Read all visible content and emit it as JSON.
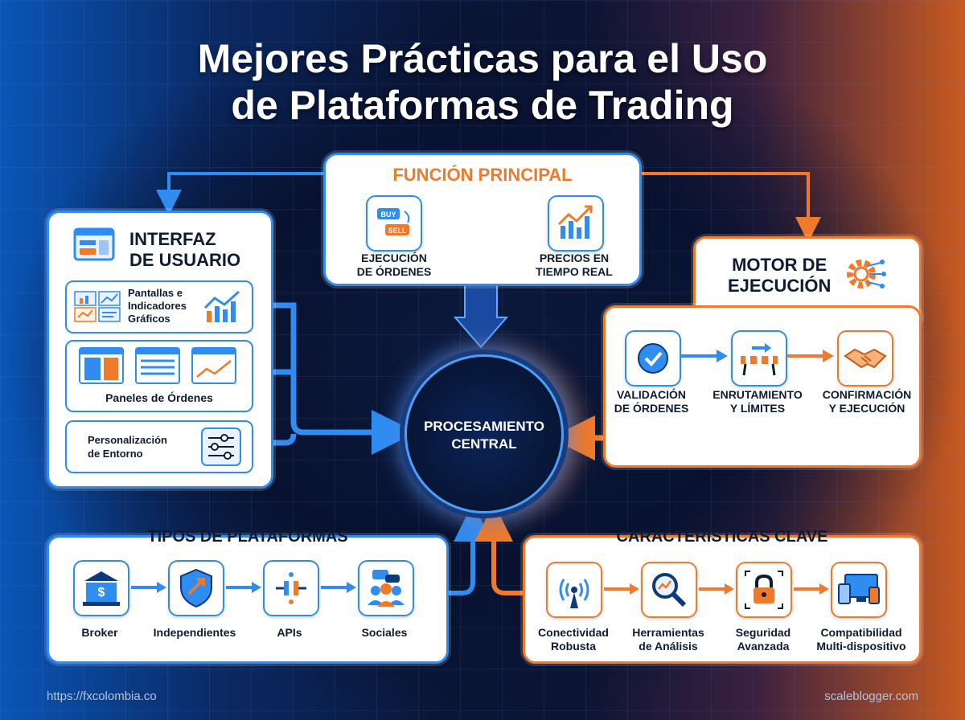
{
  "title": {
    "line1": "Mejores Prácticas para el Uso",
    "line2": "de Plataformas de Trading"
  },
  "funcion": {
    "heading": "FUNCIÓN PRINCIPAL",
    "items": [
      {
        "label1": "EJECUCIÓN",
        "label2": "DE ÓRDENES",
        "icon": "buy-sell-icon",
        "buy": "BUY",
        "sell": "SELL"
      },
      {
        "label1": "PRECIOS EN",
        "label2": "TIEMPO REAL",
        "icon": "price-chart-icon"
      }
    ]
  },
  "interfaz": {
    "heading1": "INTERFAZ",
    "heading2": "DE USUARIO",
    "items": [
      {
        "label": [
          "Pantallas e",
          "Indicadores",
          "Gráficos"
        ]
      },
      {
        "label": [
          "Paneles de Órdenes"
        ]
      },
      {
        "label": [
          "Personalización",
          "de Entorno"
        ]
      }
    ]
  },
  "motor": {
    "heading1": "MOTOR DE",
    "heading2": "EJECUCIÓN",
    "steps": [
      {
        "label1": "VALIDACIÓN",
        "label2": "DE ÓRDENES",
        "icon": "check-icon"
      },
      {
        "label1": "ENRUTAMIENTO",
        "label2": "Y LÍMITES",
        "icon": "barrier-icon"
      },
      {
        "label1": "CONFIRMACIÓN",
        "label2": "Y EJECUCIÓN",
        "icon": "handshake-icon"
      }
    ]
  },
  "center": {
    "label1": "PROCESAMIENTO",
    "label2": "CENTRAL"
  },
  "tipos": {
    "heading": "TIPOS DE PLATAFORMAS",
    "items": [
      {
        "label": "Broker",
        "icon": "bank-icon"
      },
      {
        "label": "Independientes",
        "icon": "shield-icon"
      },
      {
        "label": "APIs",
        "icon": "plug-icon"
      },
      {
        "label": "Sociales",
        "icon": "people-icon"
      }
    ]
  },
  "caracteristicas": {
    "heading": "CARACTERÍSTICAS CLAVE",
    "items": [
      {
        "label1": "Conectividad",
        "label2": "Robusta",
        "icon": "signal-icon"
      },
      {
        "label1": "Herramientas",
        "label2": "de Análisis",
        "icon": "magnifier-icon"
      },
      {
        "label1": "Seguridad",
        "label2": "Avanzada",
        "icon": "lock-icon"
      },
      {
        "label1": "Compatibilidad",
        "label2": "Multi-dispositivo",
        "icon": "devices-icon"
      }
    ]
  },
  "footer": {
    "left": "https://fxcolombia.co",
    "right": "scaleblogger.com"
  },
  "colors": {
    "blue": "#2f8cf0",
    "orange": "#f07a2a",
    "navy": "#0d1b33"
  }
}
